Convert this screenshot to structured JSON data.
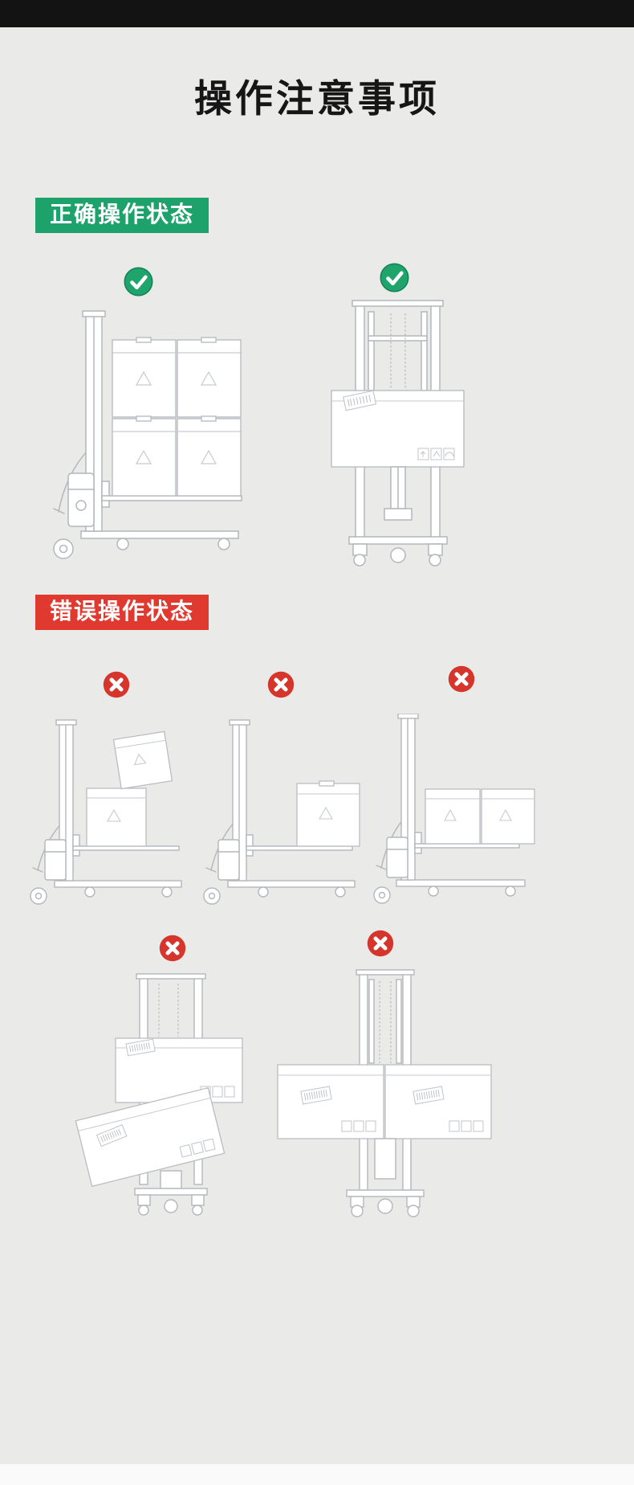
{
  "page": {
    "title": "操作注意事项"
  },
  "sections": {
    "correct": {
      "label": "正确操作状态",
      "badge_color": "#1CA26A",
      "mark_icon": "check-icon",
      "items": [
        {
          "illustration": "pallet-stacker-side-view-four-boxes-stacked-evenly"
        },
        {
          "illustration": "pallet-stacker-front-view-box-centered-on-forks"
        }
      ]
    },
    "wrong": {
      "label": "错误操作状态",
      "badge_color": "#E03A30",
      "mark_icon": "cross-icon",
      "items": [
        {
          "illustration": "pallet-stacker-side-view-boxes-stacked-offset"
        },
        {
          "illustration": "pallet-stacker-side-view-box-at-fork-tip"
        },
        {
          "illustration": "pallet-stacker-side-view-boxes-overhanging-forks"
        },
        {
          "illustration": "pallet-stacker-front-view-load-tilted"
        },
        {
          "illustration": "pallet-stacker-front-view-load-too-wide"
        }
      ]
    }
  },
  "colors": {
    "background": "#EAEAE9",
    "top_bar": "#131313",
    "title_text": "#161616",
    "badge_green": "#1CA26A",
    "badge_red": "#E03A30",
    "check_green": "#1FA56C",
    "cross_red": "#D6352C",
    "line_art": "#B3B7BC"
  }
}
